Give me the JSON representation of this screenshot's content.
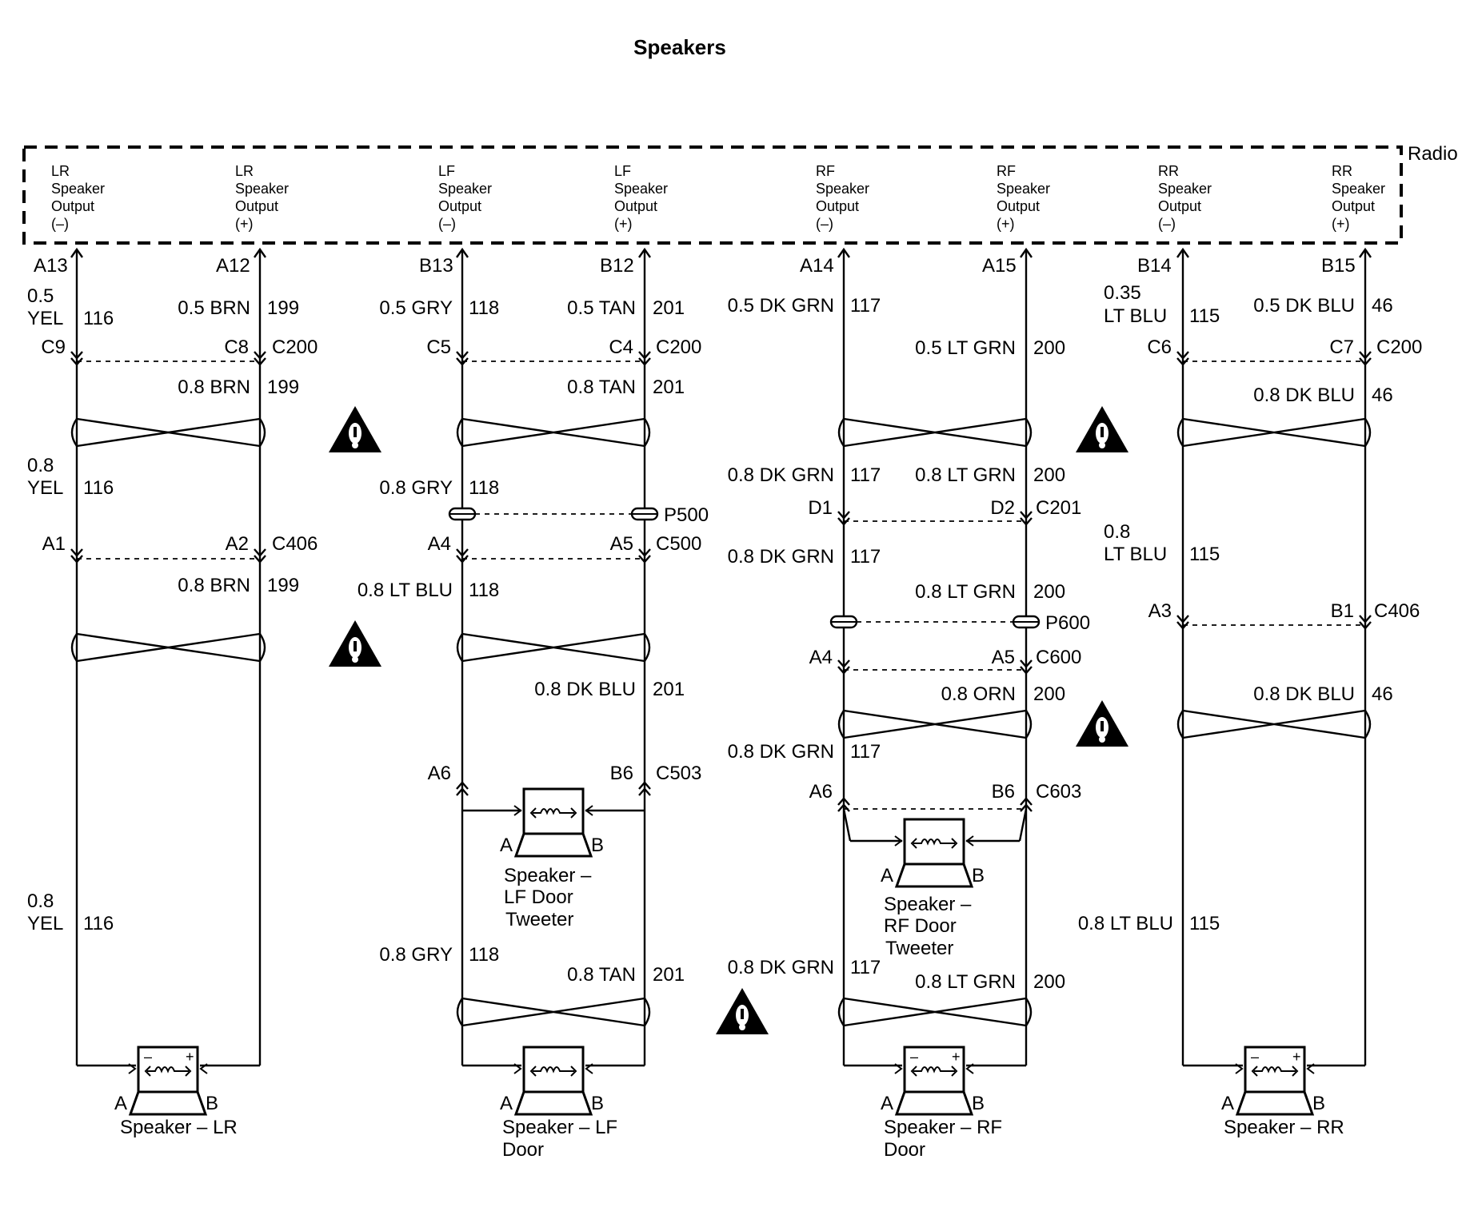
{
  "title": "Speakers",
  "radio": {
    "label": "Radio",
    "outputs": [
      {
        "ch": "LR",
        "l1": "Speaker",
        "l2": "Output",
        "pol": "(–)",
        "pin": "A13"
      },
      {
        "ch": "LR",
        "l1": "Speaker",
        "l2": "Output",
        "pol": "(+)",
        "pin": "A12"
      },
      {
        "ch": "LF",
        "l1": "Speaker",
        "l2": "Output",
        "pol": "(–)",
        "pin": "B13"
      },
      {
        "ch": "LF",
        "l1": "Speaker",
        "l2": "Output",
        "pol": "(+)",
        "pin": "B12"
      },
      {
        "ch": "RF",
        "l1": "Speaker",
        "l2": "Output",
        "pol": "(–)",
        "pin": "A14"
      },
      {
        "ch": "RF",
        "l1": "Speaker",
        "l2": "Output",
        "pol": "(+)",
        "pin": "A15"
      },
      {
        "ch": "RR",
        "l1": "Speaker",
        "l2": "Output",
        "pol": "(–)",
        "pin": "B14"
      },
      {
        "ch": "RR",
        "l1": "Speaker",
        "l2": "Output",
        "pol": "(+)",
        "pin": "B15"
      }
    ]
  },
  "labels": {
    "w_lr_a1": "0.5",
    "w_lr_a2": "YEL",
    "c_lr_a": "116",
    "w_lr_b": "0.5 BRN",
    "c_lr_b": "199",
    "w_lf_a": "0.5 GRY",
    "c_lf_a": "118",
    "w_lf_b": "0.5 TAN",
    "c_lf_b": "201",
    "w_rf_a": "0.5 DK GRN",
    "c_rf_a": "117",
    "w_rr_a1": "0.35",
    "w_rr_a2": "LT BLU",
    "c_rr_a": "115",
    "w_rr_b": "0.5 DK BLU",
    "c_rr_b": "46",
    "p_c9": "C9",
    "p_c8": "C8",
    "c200_1": "C200",
    "p_c5": "C5",
    "p_c4": "C4",
    "c200_2": "C200",
    "w_rf_b1": "0.5 LT GRN",
    "c_rf_b1": "200",
    "p_c6": "C6",
    "p_c7": "C7",
    "c200_3": "C200",
    "w_lr_b2": "0.8 BRN",
    "c_lr_b2": "199",
    "w_lf_b2": "0.8 TAN",
    "c_lf_b2": "201",
    "w_rr_b2": "0.8 DK BLU",
    "c_rr_b2": "46",
    "w_lr_a3": "0.8",
    "w_lr_a4": "YEL",
    "c_lr_a2": "116",
    "w_lf_a2": "0.8 GRY",
    "c_lf_a2": "118",
    "w_rf_a2": "0.8 DK GRN",
    "c_rf_a2": "117",
    "w_rf_b2": "0.8 LT GRN",
    "c_rf_b2": "200",
    "p_d1": "D1",
    "p_d2": "D2",
    "c201": "C201",
    "p500": "P500",
    "p_a1": "A1",
    "p_a2": "A2",
    "c406_1": "C406",
    "p_a4l": "A4",
    "p_a5l": "A5",
    "c500": "C500",
    "w_rf_a3": "0.8 DK GRN",
    "c_rf_a3": "117",
    "w_rr_a3": "0.8",
    "w_rr_a4": "LT BLU",
    "c_rr_a2": "115",
    "w_lr_b3": "0.8 BRN",
    "c_lr_b3": "199",
    "w_lf_a3": "0.8 LT BLU",
    "c_lf_a3": "118",
    "w_rf_b3": "0.8 LT GRN",
    "c_rf_b3": "200",
    "p_a3": "A3",
    "p_b1": "B1",
    "c406_2": "C406",
    "p600": "P600",
    "p_a4r": "A4",
    "p_a5r": "A5",
    "c600": "C600",
    "w_lf_b3": "0.8 DK BLU",
    "c_lf_b3": "201",
    "w_rf_b4": "0.8 ORN",
    "c_rf_b4": "200",
    "w_rr_b3": "0.8 DK BLU",
    "c_rr_b3": "46",
    "w_rf_a4": "0.8 DK GRN",
    "c_rf_a4": "117",
    "p_a6l": "A6",
    "p_b6l": "B6",
    "c503": "C503",
    "p_a6r": "A6",
    "p_b6r": "B6",
    "c603": "C603",
    "w_lr_a5": "0.8",
    "w_lr_a6": "YEL",
    "c_lr_a3": "116",
    "w_rr_a5": "0.8 LT BLU",
    "c_rr_a3": "115",
    "w_lf_a4": "0.8 GRY",
    "c_lf_a4": "118",
    "w_lf_b4": "0.8 TAN",
    "c_lf_b4": "201",
    "w_rf_a5": "0.8 DK GRN",
    "c_rf_a5": "117",
    "w_rf_b5": "0.8 LT GRN",
    "c_rf_b5": "200",
    "spk_lftw_1": "Speaker –",
    "spk_lftw_2": "LF Door",
    "spk_lftw_3": "Tweeter",
    "spk_rftw_1": "Speaker –",
    "spk_rftw_2": "RF Door",
    "spk_rftw_3": "Tweeter",
    "spk_lr_1": "Speaker – LR",
    "spk_lf_1": "Speaker – LF",
    "spk_lf_2": "Door",
    "spk_rf_1": "Speaker – RF",
    "spk_rf_2": "Door",
    "spk_rr_1": "Speaker – RR",
    "term_a": "A",
    "term_b": "B",
    "sym_minus": "–",
    "sym_plus": "+"
  },
  "icons": {
    "warning": "caution-triangle-icon",
    "twist": "twisted-pair-icon",
    "speaker": "speaker-icon",
    "connector": "connector-pin-icon",
    "splice": "splice-pack-icon"
  }
}
